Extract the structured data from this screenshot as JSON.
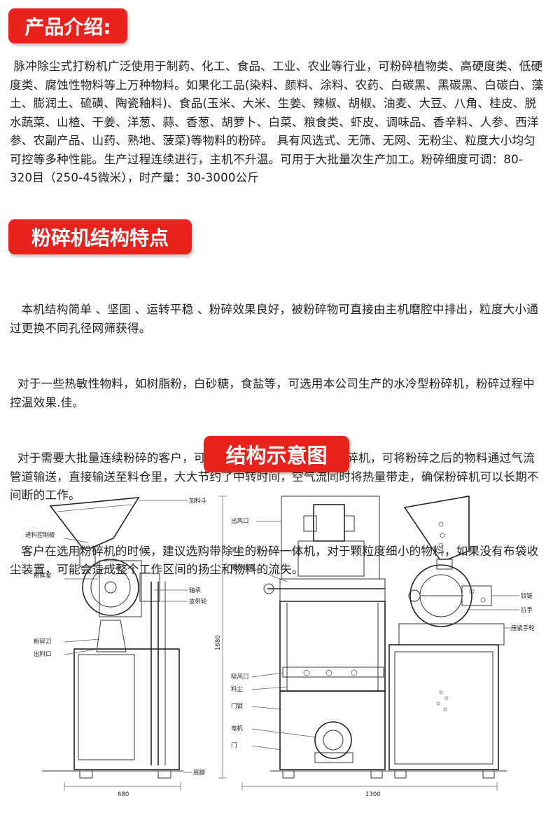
{
  "sections": {
    "intro": {
      "heading": "产品介绍:",
      "text": " 脉冲除尘式打粉机广泛使用于制药、化工、食品、工业、农业等行业，可粉碎植物类、高硬度类、低硬度类、腐蚀性物料等上万种物料。如果化工品(染料、颜料、涂料、农药、白碳黑、黑碳黑、白碳白、藻土、膨润土、硫磺、陶瓷釉料)、食品(玉米、大米、生姜、辣椒、胡椒、油麦、大豆、八角、桂皮、脱水蔬菜、山楂、干姜、洋葱、蒜、香葱、胡萝卜、白菜、粮食类、虾皮、调味品、香辛料、人参、西洋参、农副产品、山药、熟地、菠菜)等物料的粉碎。 具有风选式、无筛、无网、无粉尘、粒度大小均匀可控等多种性能。生产过程连续进行，主机不升温。可用于大批量次生产加工。粉碎细度可调：80-320目（250-45微米），时产量：30-3000公斤"
    },
    "features": {
      "heading": "粉碎机结构特点",
      "paragraphs": [
        "   本机结构简单 、坚固 、运转平稳 、粉碎效果良好，被粉碎物可直接由主机磨腔中排出，粒度大小通过更换不同孔径网筛获得。",
        "  对于一些热敏性物料，如树脂粉，白砂糖，食盐等，可选用本公司生产的水冷型粉碎机，粉碎过程中控温效果.佳。",
        "  对于需要大批量连续粉碎的客户，可选用本公司生产的气流式粉碎机，可将粉碎之后的物料通过气流管道输送，直接输送至料仓里，大大节约了中转时间，空气流同时将热量带走，确保粉碎机可以长期不间断的工作。",
        "   客户在选用粉碎机的时候，建议选购带除尘的粉碎一体机，对于颗粒度细小的物料，如果没有布袋收尘装置，可能会造成整个工作区间的扬尘和物料的流失。"
      ]
    },
    "diagram": {
      "heading": "结构示意图",
      "left_labels": {
        "hopper": "加料斗",
        "feed_plate": "进料控制板",
        "chamber": "粉碎室",
        "bearing": "轴承",
        "pulley": "皮带轮",
        "blade": "粉碎刀",
        "outlet": "出料口",
        "base": "底脚",
        "width_dim": "680"
      },
      "middle_labels": {
        "air_outlet": "出风口",
        "fan": "风机",
        "shaker": "敲打装置",
        "suction": "吸风口",
        "dust": "料尘",
        "door_lock": "门锁",
        "motor": "电机",
        "door": "门",
        "height_dim": "1680",
        "width_dim": "1300"
      },
      "right_labels": {
        "hinge": "铰链",
        "handle": "拉手",
        "press_wheel": "压紧手轮"
      }
    }
  },
  "colors": {
    "badge": "#e8221d",
    "text": "#222222"
  }
}
